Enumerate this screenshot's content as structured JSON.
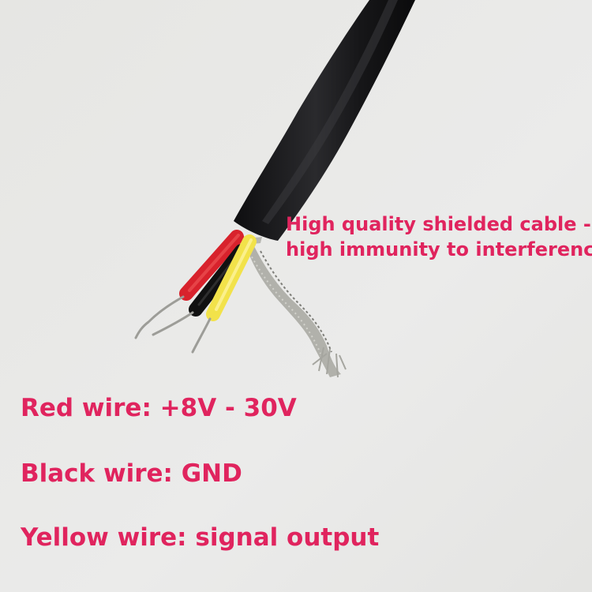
{
  "colors": {
    "caption_text": "#e0245e",
    "background": "#e9e9e7",
    "cable_jacket": "#1c1c1e",
    "red_wire": "#d8222c",
    "black_wire": "#111111",
    "yellow_wire": "#f2e24a",
    "shield_braid": "#a9a9a4"
  },
  "captions": {
    "shield_line1": "High quality shielded cable -",
    "shield_line2": "high immunity to interference",
    "red_wire": "Red wire: +8V - 30V",
    "black_wire": "Black wire: GND",
    "yellow_wire": "Yellow wire: signal output"
  }
}
